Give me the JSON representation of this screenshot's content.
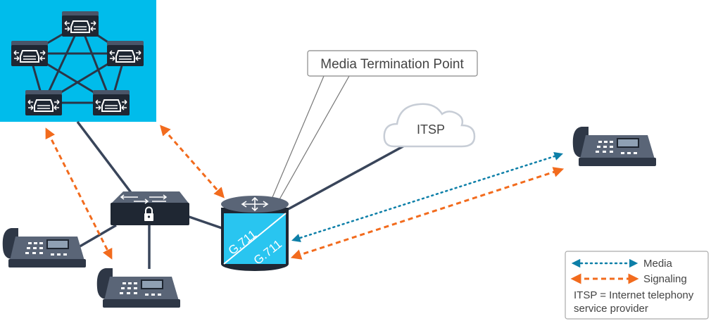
{
  "callout": {
    "text": "Media Termination Point"
  },
  "cloud": {
    "label": "ITSP"
  },
  "mtp": {
    "codec_top": "G.711",
    "codec_bottom": "G.711"
  },
  "legend": {
    "media_label": "Media",
    "signaling_label": "Signaling",
    "note_line1": "ITSP = Internet telephony",
    "note_line2": "service provider"
  },
  "colors": {
    "cluster_bg": "#00bceb",
    "link": "#39455a",
    "signaling": "#f26b1d",
    "media": "#0d7fa8",
    "mtp_body": "#29c5f0",
    "device_dark": "#2b3442"
  }
}
